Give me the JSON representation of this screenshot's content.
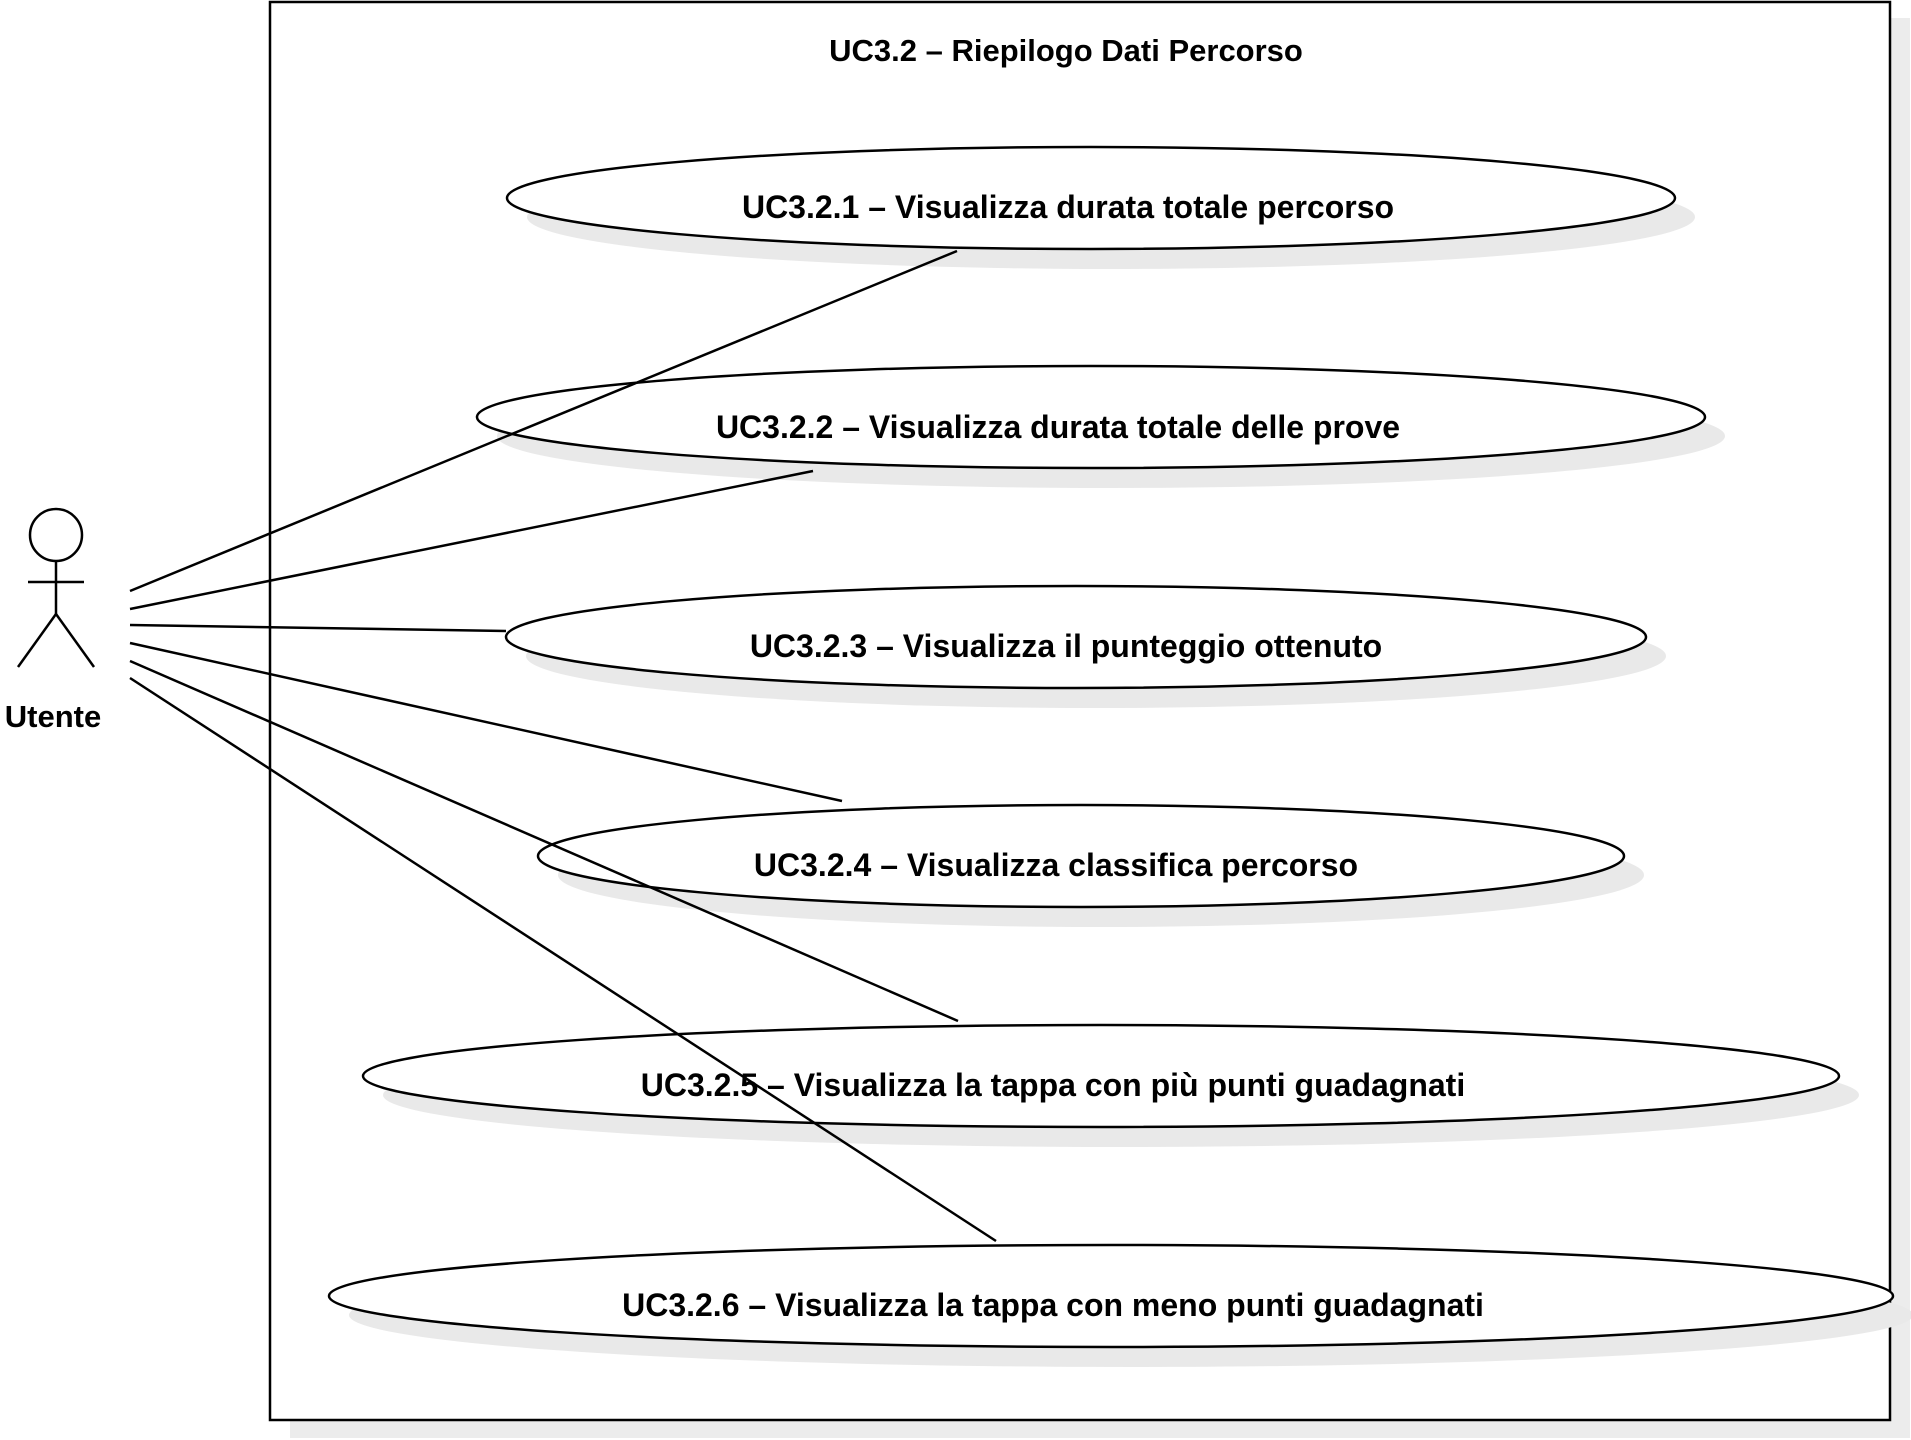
{
  "diagram": {
    "system_title": "UC3.2 – Riepilogo Dati Percorso",
    "actor": {
      "name": "Utente",
      "icon": "stick-figure-icon"
    },
    "use_cases": [
      {
        "label": "UC3.2.1 – Visualizza durata totale percorso"
      },
      {
        "label": "UC3.2.2 – Visualizza durata totale delle prove"
      },
      {
        "label": "UC3.2.3 – Visualizza il punteggio ottenuto"
      },
      {
        "label": "UC3.2.4 – Visualizza classifica percorso"
      },
      {
        "label": "UC3.2.5 – Visualizza la tappa con più punti guadagnati"
      },
      {
        "label": "UC3.2.6 – Visualizza la tappa con meno punti guadagnati"
      }
    ],
    "colors": {
      "stroke": "#000000",
      "shadow": "#e9e9e9",
      "background": "#ffffff"
    }
  }
}
